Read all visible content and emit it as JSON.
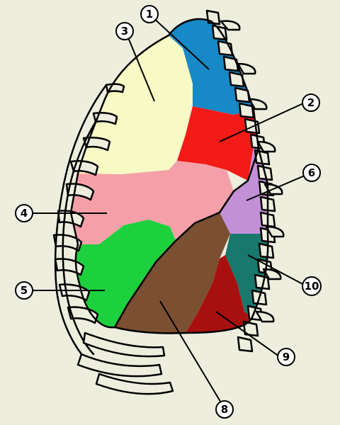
{
  "figure": {
    "background": "#eeeedf",
    "regions": [
      {
        "id": "1",
        "color": "#1789c6"
      },
      {
        "id": "2",
        "color": "#f21b15"
      },
      {
        "id": "3",
        "color": "#f7fac4"
      },
      {
        "id": "4",
        "color": "#f5a0a8"
      },
      {
        "id": "5",
        "color": "#1dd03e"
      },
      {
        "id": "6",
        "color": "#c390d7"
      },
      {
        "id": "8",
        "color": "#7b4f31"
      },
      {
        "id": "9",
        "color": "#a8100f"
      },
      {
        "id": "10",
        "color": "#17786b"
      }
    ],
    "callouts": [
      "1",
      "2",
      "3",
      "4",
      "5",
      "6",
      "8",
      "9",
      "10"
    ]
  }
}
